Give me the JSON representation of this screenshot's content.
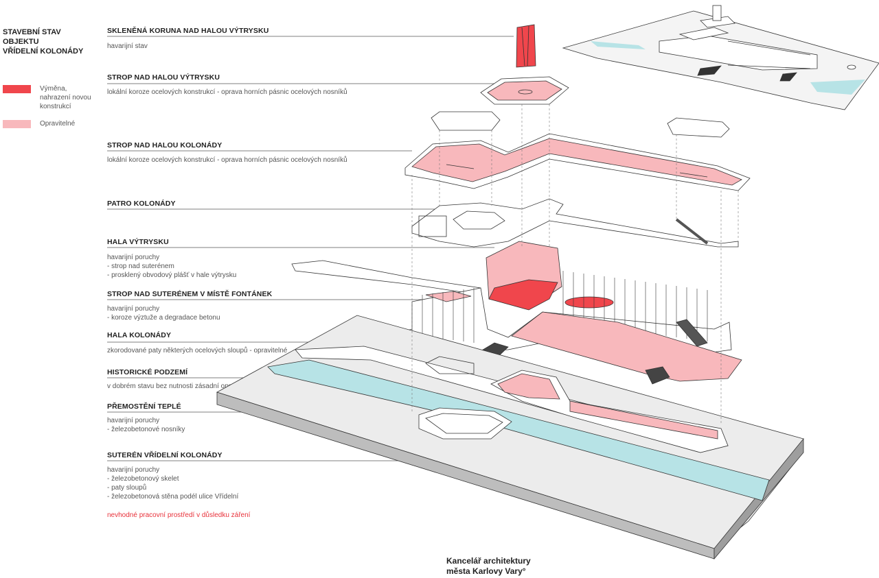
{
  "legend": {
    "title": "STAVEBNÍ STAV OBJEKTU\nVŘÍDELNÍ KOLONÁDY",
    "items": [
      {
        "label": "Výměna,\nnahrazení novou\nkonstrukcí",
        "color": "#f0464c"
      },
      {
        "label": "Opravitelné",
        "color": "#f8b8bc"
      }
    ]
  },
  "labels": [
    {
      "title": "SKLENĚNÁ KORUNA NAD HALOU VÝTRYSKU",
      "desc": "havarijní stav"
    },
    {
      "title": "STROP NAD HALOU VÝTRYSKU",
      "desc": "lokální koroze ocelových konstrukcí - oprava horních pásnic ocelových nosníků"
    },
    {
      "title": "STROP NAD HALOU KOLONÁDY",
      "desc": "lokální koroze ocelových konstrukcí - oprava horních pásnic ocelových nosníků"
    },
    {
      "title": "PATRO KOLONÁDY",
      "desc": ""
    },
    {
      "title": "HALA VÝTRYSKU",
      "desc": "havarijní poruchy\n- strop nad suterénem\n- prosklený obvodový plášť v hale výtrysku"
    },
    {
      "title": "STROP NAD SUTERÉNEM V MÍSTĚ FONTÁNEK",
      "desc": "havarijní poruchy\n- koroze výztuže a degradace betonu"
    },
    {
      "title": "HALA KOLONÁDY",
      "desc": "zkorodované paty některých ocelových sloupů - opravitelné"
    },
    {
      "title": "HISTORICKÉ PODZEMÍ",
      "desc": "v dobrém stavu bez nutnosti zásadní opravy"
    },
    {
      "title": "PŘEMOSTĚNÍ TEPLÉ",
      "desc": "havarijní poruchy\n- železobetonové nosníky"
    },
    {
      "title": "SUTERÉN VŘÍDELNÍ KOLONÁDY",
      "desc": "havarijní poruchy\n- železobetonový skelet\n- paty sloupů\n- železobetonová stěna podél ulice Vřídelní"
    }
  ],
  "warning": "nevhodné pracovní prostředí v důsledku záření",
  "footer": "Kancelář architektury\nměsta Karlovy Vary°",
  "colors": {
    "replace": "#f0464c",
    "repairable": "#f8b8bc",
    "water": "#b7e3e6",
    "ground": "#e8e8e8",
    "line": "#444444"
  }
}
